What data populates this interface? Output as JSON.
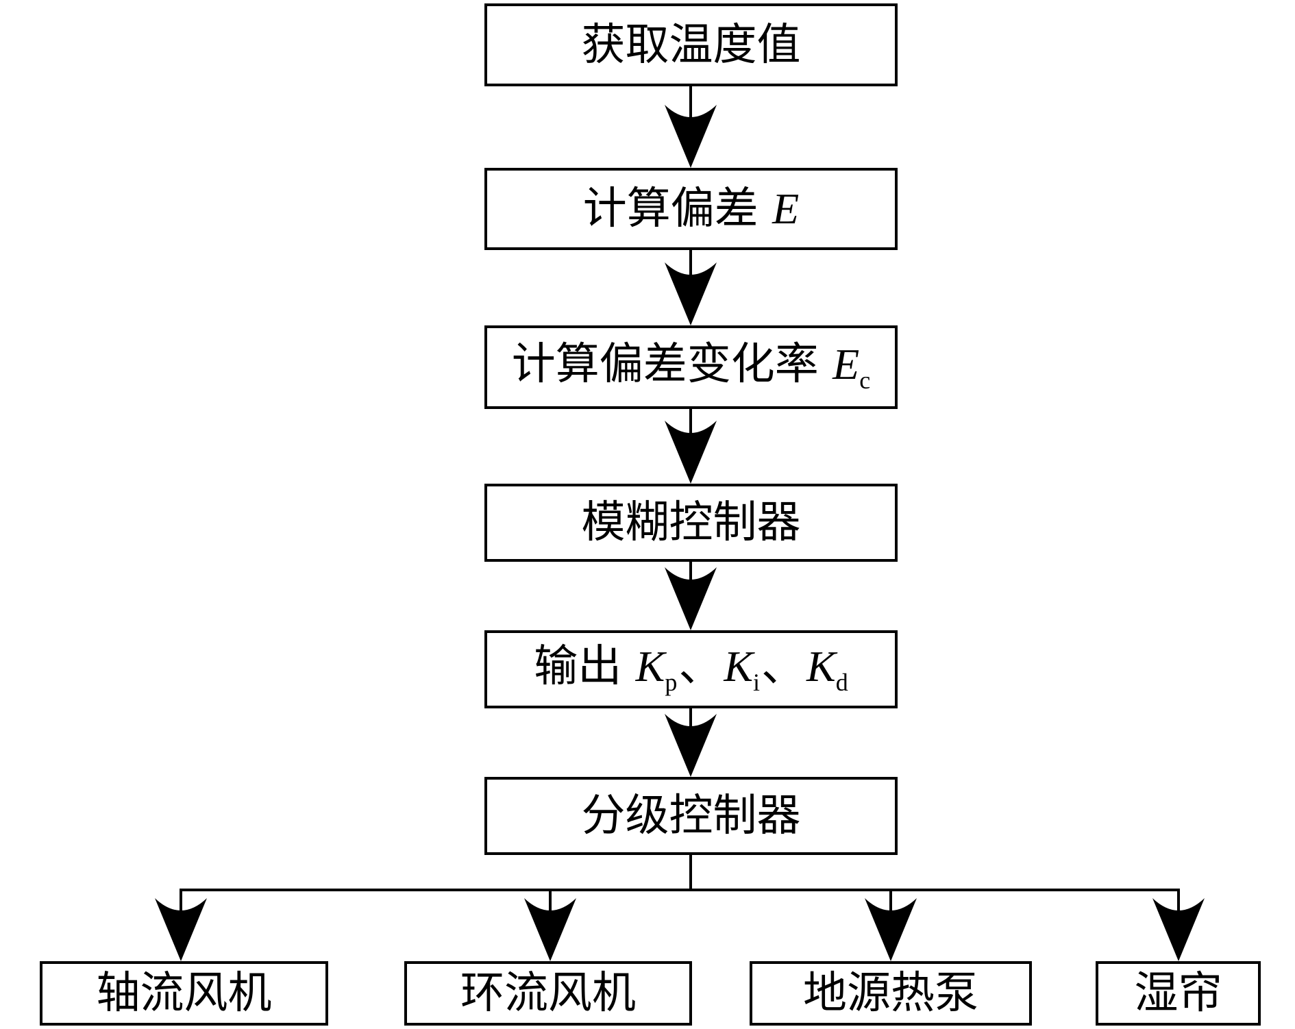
{
  "diagram": {
    "type": "flowchart",
    "line_color": "#000000",
    "background": "#ffffff",
    "steps": [
      {
        "id": "get-temperature",
        "text": "获取温度值"
      },
      {
        "id": "calc-error",
        "text": "计算偏差 ",
        "var": "E",
        "sub": ""
      },
      {
        "id": "calc-error-rate",
        "text": "计算偏差变化率 ",
        "var": "E",
        "sub": "c"
      },
      {
        "id": "fuzzy-controller",
        "text": "模糊控制器"
      },
      {
        "id": "output-gains",
        "text": "输出 ",
        "terms": [
          {
            "var": "K",
            "sub": "p"
          },
          {
            "var": "K",
            "sub": "i"
          },
          {
            "var": "K",
            "sub": "d"
          }
        ],
        "separator": "、"
      },
      {
        "id": "staged-controller",
        "text": "分级控制器"
      }
    ],
    "outputs": [
      {
        "id": "axial-fan",
        "text": "轴流风机"
      },
      {
        "id": "circulation-fan",
        "text": "环流风机"
      },
      {
        "id": "ground-source-heat-pump",
        "text": "地源热泵"
      },
      {
        "id": "wet-curtain",
        "text": "湿帘"
      }
    ]
  }
}
